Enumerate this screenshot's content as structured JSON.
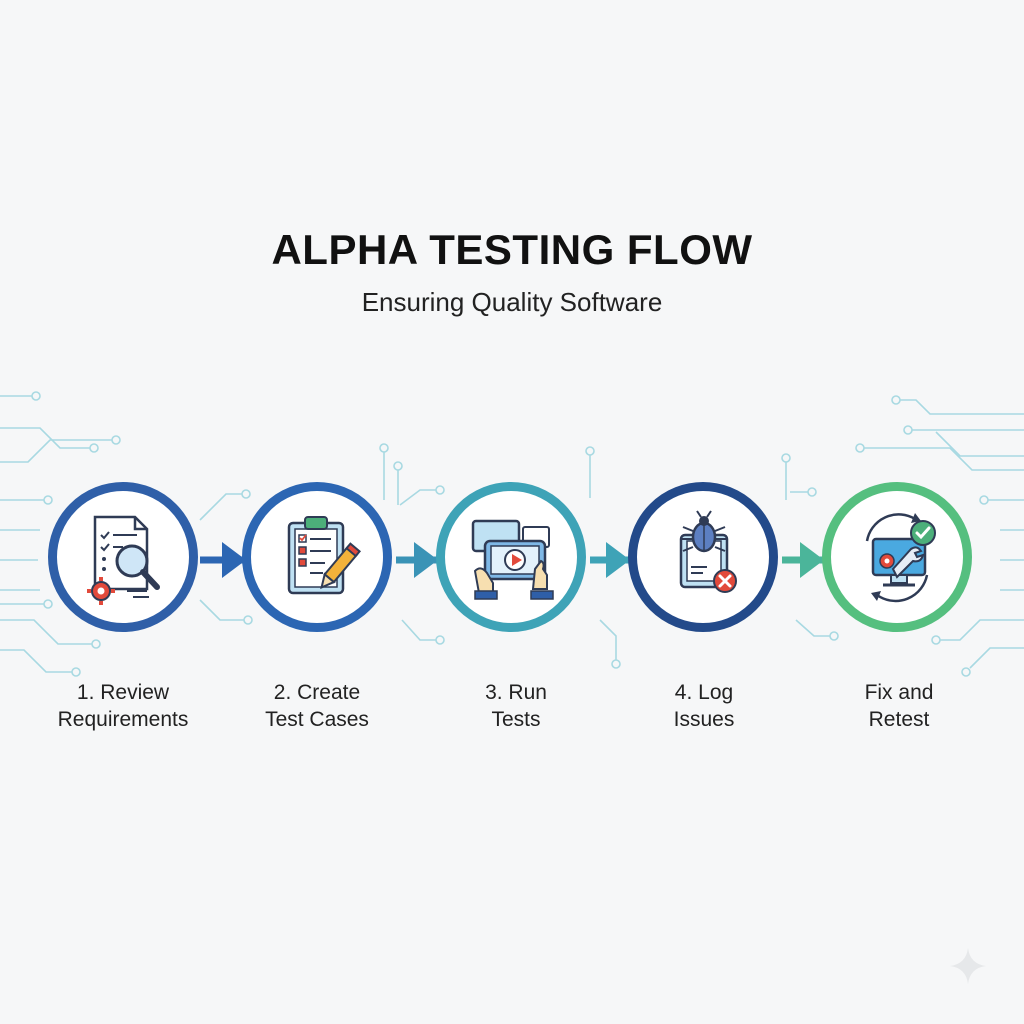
{
  "header": {
    "title": "ALPHA TESTING FLOW",
    "subtitle": "Ensuring Quality Software"
  },
  "colors": {
    "background": "#f6f7f8",
    "circuit": "#9fd6e0",
    "step1": "#2f5fa8",
    "step2": "#2c66b3",
    "step3": "#3ea3b7",
    "step4": "#234a8a",
    "step5": "#55bf7f",
    "arrow1": "#2c66b3",
    "arrow2": "#3a93b6",
    "arrow3": "#3ea3b7",
    "arrow4": "#4bb59a"
  },
  "steps": [
    {
      "line1": "1. Review",
      "line2": "Requirements",
      "icon": "document-magnifier-gear-icon"
    },
    {
      "line1": "2. Create",
      "line2": "Test Cases",
      "icon": "clipboard-checklist-pencil-icon"
    },
    {
      "line1": "3. Run",
      "line2": "Tests",
      "icon": "tablet-play-hands-icon"
    },
    {
      "line1": "4. Log",
      "line2": "Issues",
      "icon": "bug-report-error-icon"
    },
    {
      "line1": "Fix and",
      "line2": "Retest",
      "icon": "monitor-wrench-check-icon"
    }
  ]
}
